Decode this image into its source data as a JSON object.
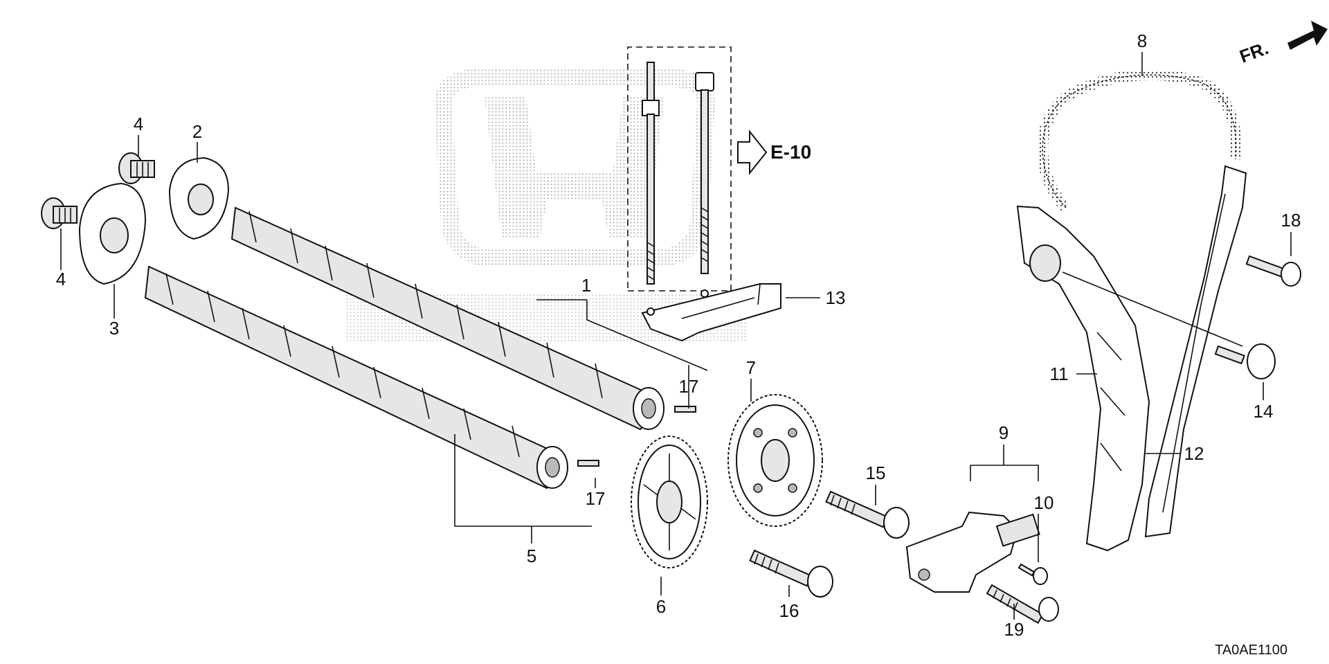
{
  "diagram": {
    "reference_arrow": "E-10",
    "direction_marker": "FR.",
    "diagram_code": "TA0AE1100",
    "callouts": [
      "1",
      "2",
      "3",
      "4",
      "5",
      "6",
      "7",
      "8",
      "9",
      "10",
      "11",
      "12",
      "13",
      "14",
      "15",
      "16",
      "17",
      "18",
      "19"
    ]
  }
}
